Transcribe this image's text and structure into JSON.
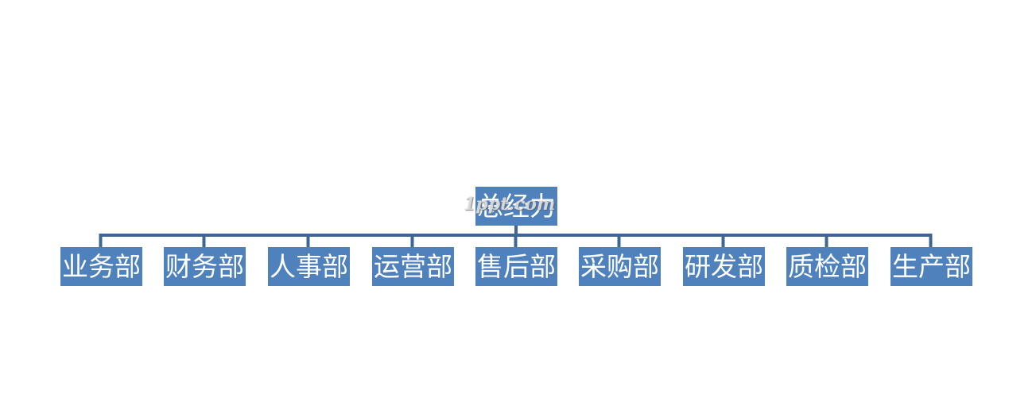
{
  "org_chart": {
    "root": {
      "label": "总经力"
    },
    "departments": [
      {
        "label": "业务部"
      },
      {
        "label": "财务部"
      },
      {
        "label": "人事部"
      },
      {
        "label": "运营部"
      },
      {
        "label": "售后部"
      },
      {
        "label": "采购部"
      },
      {
        "label": "研发部"
      },
      {
        "label": "质检部"
      },
      {
        "label": "生产部"
      }
    ]
  },
  "watermark": {
    "text": "1ppt.com"
  },
  "colors": {
    "node_fill": "#4f81bd",
    "connector": "#3e6594",
    "node_text": "#ffffff"
  }
}
